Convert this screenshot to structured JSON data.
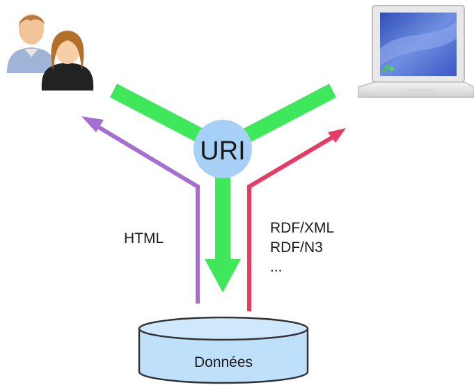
{
  "diagram": {
    "center_label": "URI",
    "storage_label": "Données",
    "left_label": "HTML",
    "right_labels": [
      "RDF/XML",
      "RDF/N3",
      "..."
    ]
  },
  "colors": {
    "green_arrows": "#3ee85a",
    "purple_arrow": "#a46fd0",
    "red_arrow": "#e83a63",
    "uri_circle": "#a6d0f6",
    "cylinder_fill": "#bfe0fb",
    "cylinder_stroke": "#333333"
  },
  "icons": {
    "top_left": "users-icon",
    "top_right": "laptop-icon"
  }
}
